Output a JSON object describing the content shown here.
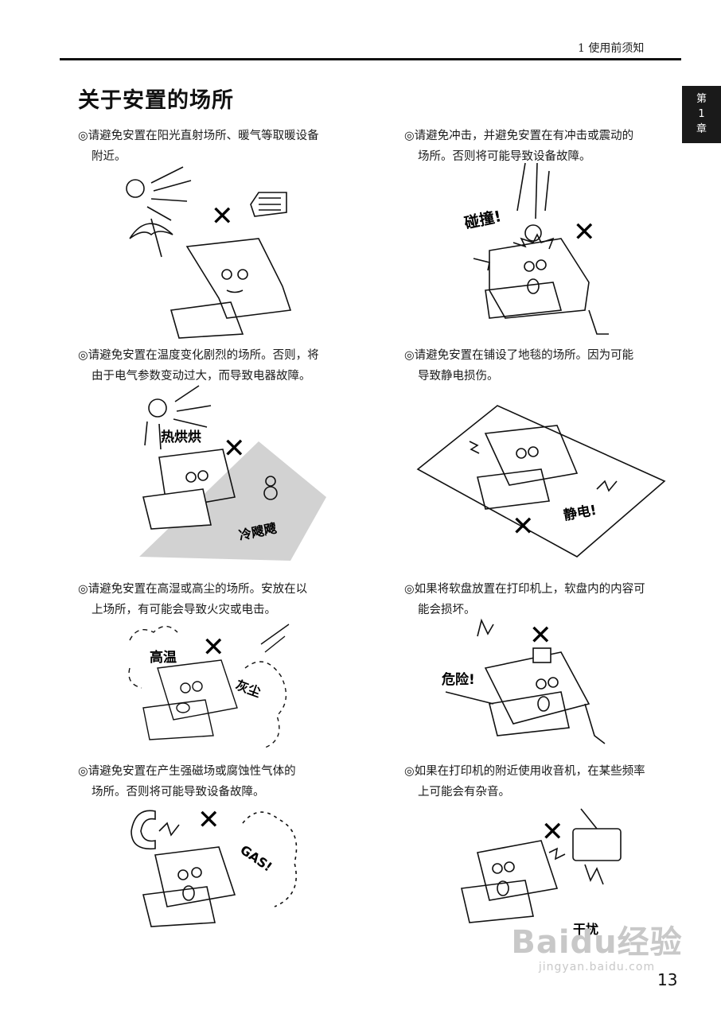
{
  "header": {
    "chapter_label": "1  使用前须知"
  },
  "side_tab": {
    "line1": "第",
    "line2": "1",
    "line3": "章"
  },
  "title": "关于安置的场所",
  "sections": [
    {
      "first": "◎请避免安置在阳光直射场所、暖气等取暖设备",
      "rest": "附近。"
    },
    {
      "first": "◎请避免冲击，并避免安置在有冲击或震动的",
      "rest": "场所。否则将可能导致设备故障。"
    },
    {
      "first": "◎请避免安置在温度变化剧烈的场所。否则，将",
      "rest": "由于电气参数变动过大，而导致电器故障。"
    },
    {
      "first": "◎请避免安置在铺设了地毯的场所。因为可能",
      "rest": "导致静电损伤。"
    },
    {
      "first": "◎请避免安置在高湿或高尘的场所。安放在以",
      "rest": "上场所，有可能会导致火灾或电击。"
    },
    {
      "first": "◎如果将软盘放置在打印机上，软盘内的内容可",
      "rest": "能会损坏。"
    },
    {
      "first": "◎请避免安置在产生强磁场或腐蚀性气体的",
      "rest": "场所。否则将可能导致设备故障。"
    },
    {
      "first": "◎如果在打印机的附近使用收音机，在某些频率",
      "rest": "上可能会有杂音。"
    }
  ],
  "illustrations": {
    "sun_heat": {
      "mark": "✕"
    },
    "impact": {
      "mark": "✕",
      "label": "碰撞!"
    },
    "temperature": {
      "mark": "✕",
      "hot_label": "热烘烘",
      "cold_label": "冷飕飕"
    },
    "carpet": {
      "mark": "✕",
      "label": "静电!"
    },
    "humidity": {
      "mark": "✕",
      "humid_label": "高温",
      "dust_label": "灰尘"
    },
    "floppy": {
      "mark": "✕",
      "label": "危险!"
    },
    "magnet_gas": {
      "mark": "✕",
      "gas_label": "GAS!"
    },
    "radio": {
      "mark": "✕",
      "label": "干扰"
    }
  },
  "page_number": "13",
  "watermark": {
    "main": "Baidu经验",
    "url": "jingyan.baidu.com"
  }
}
